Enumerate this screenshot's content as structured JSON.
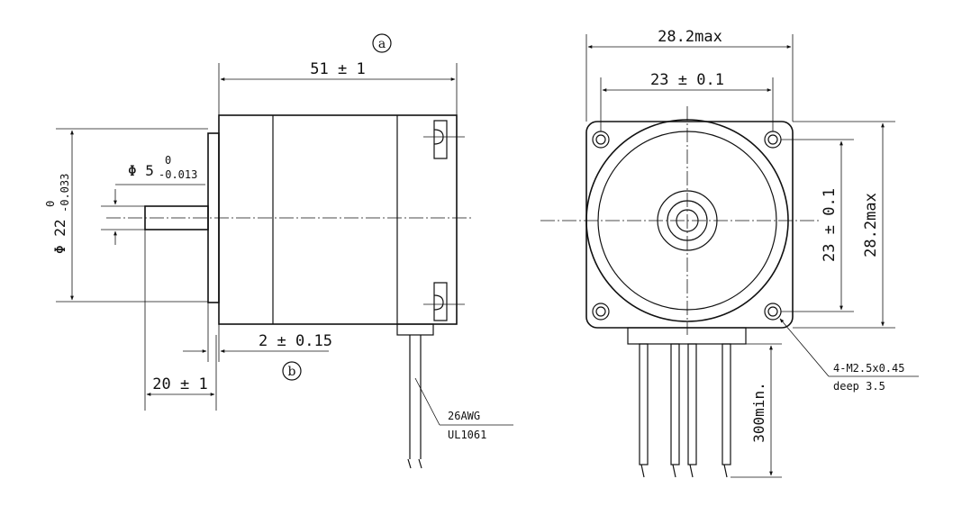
{
  "labels": {
    "view_a": "a",
    "view_b": "b",
    "length": "51 ± 1",
    "flange_width": "28.2max",
    "hole_spacing_h": "23 ± 0.1",
    "hole_spacing_v": "23 ± 0.1",
    "flange_height": "28.2max",
    "shaft_dia_main": "Φ 5",
    "shaft_dia_sup": "0",
    "shaft_dia_sub": "-0.013",
    "pilot_dia_main": "Φ 22",
    "pilot_dia_sup": "0",
    "pilot_dia_sub": "-0.033",
    "pilot_depth": "2 ± 0.15",
    "shaft_length": "20 ± 1",
    "wire_gauge": "26AWG",
    "wire_std": "UL1061",
    "thread": "4-M2.5x0.45",
    "thread_depth": "deep 3.5",
    "lead_length": "300min."
  }
}
